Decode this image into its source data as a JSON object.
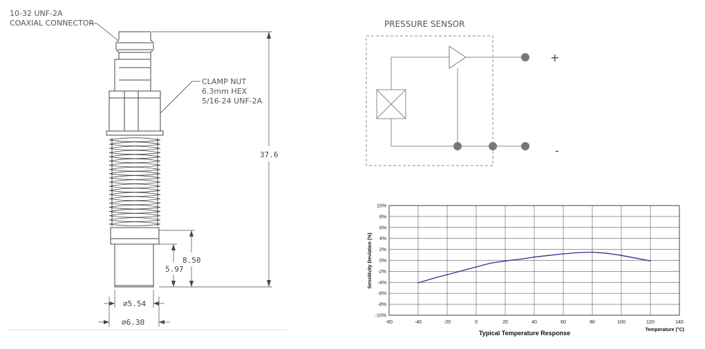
{
  "drawing": {
    "connector_label": [
      "10-32 UNF-2A",
      "COAXIAL CONNECTOR"
    ],
    "clamp_label": [
      "CLAMP NUT",
      "6.3mm HEX",
      "5/16-24 UNF-2A"
    ],
    "dim_total": "37.6",
    "dim_probe": "8.50",
    "dim_tip": "5.97",
    "dia_inner": "⌀5.54",
    "dia_outer": "⌀6.30"
  },
  "schematic": {
    "title": "PRESSURE SENSOR",
    "plus": "+",
    "minus": "-"
  },
  "chart_data": {
    "type": "line",
    "xlabel": "Temperature (°C)",
    "ylabel": "Sensitivity Deviation (%)",
    "caption": "Typical Temperature Response",
    "xlim": [
      -60,
      140
    ],
    "ylim": [
      -10,
      10
    ],
    "x_ticks": [
      "-60",
      "-40",
      "-20",
      "0",
      "20",
      "40",
      "60",
      "80",
      "100",
      "120",
      "140"
    ],
    "y_ticks": [
      "10%",
      "8%",
      "6%",
      "4%",
      "2%",
      "0%",
      "-2%",
      "-4%",
      "-6%",
      "-8%",
      "-10%"
    ],
    "grid": true,
    "line_color": "#2b2d8f",
    "series": [
      {
        "x": [
          -40,
          -30,
          -20,
          -10,
          0,
          10,
          20,
          30,
          40,
          50,
          60,
          70,
          80,
          90,
          100,
          110,
          120
        ],
        "y": [
          -4.1,
          -3.3,
          -2.6,
          -1.9,
          -1.2,
          -0.5,
          -0.1,
          0.2,
          0.6,
          0.9,
          1.2,
          1.4,
          1.5,
          1.3,
          0.9,
          0.4,
          -0.1
        ]
      }
    ]
  }
}
